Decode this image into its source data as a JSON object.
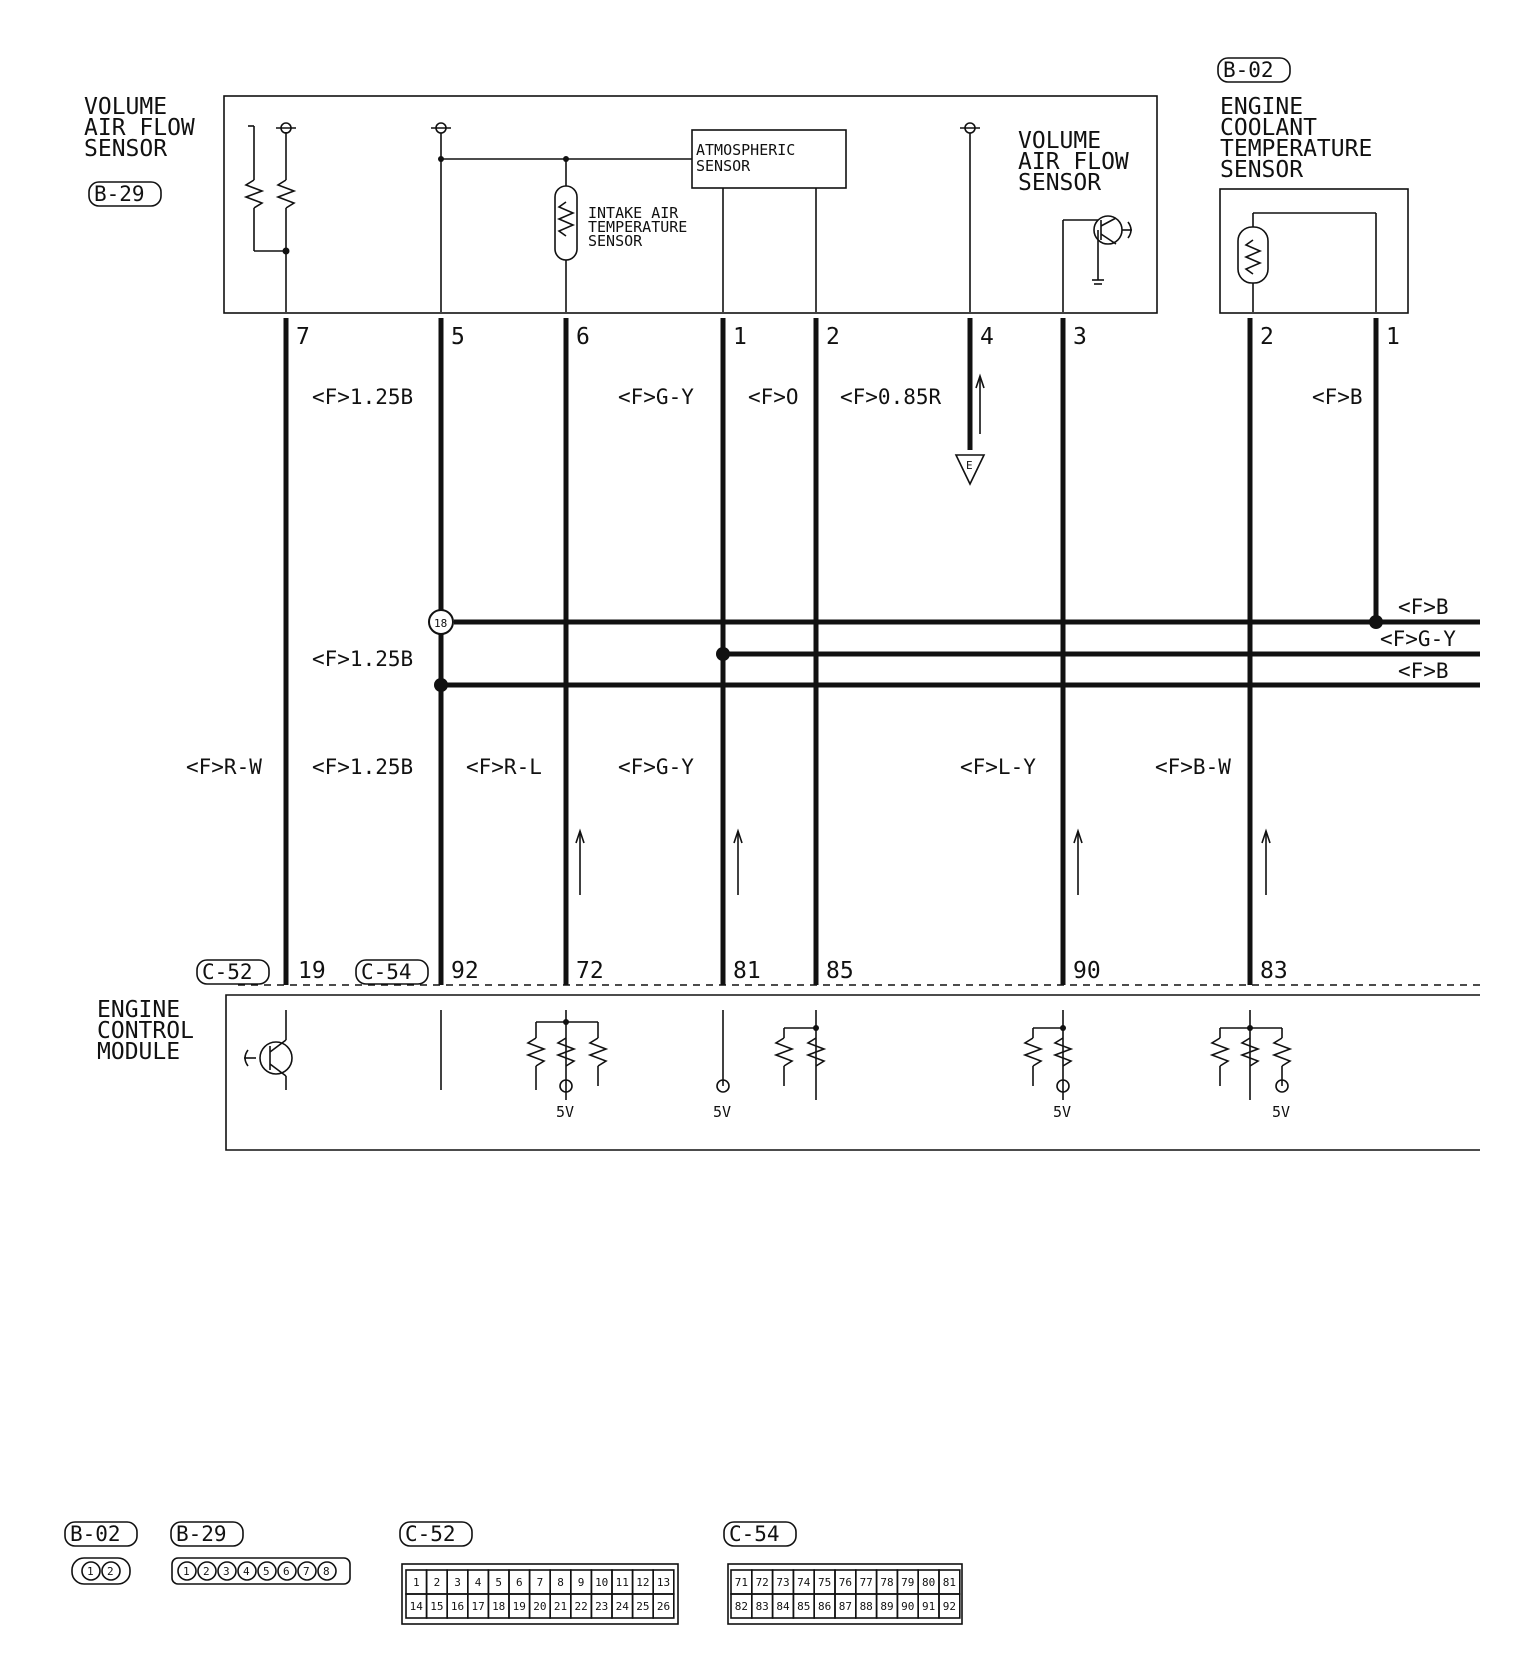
{
  "components": {
    "vaf_sensor_left": {
      "lines": [
        "VOLUME",
        "AIR FLOW",
        "SENSOR"
      ],
      "connector": "B-29"
    },
    "vaf_sensor_right": {
      "lines": [
        "VOLUME",
        "AIR FLOW",
        "SENSOR"
      ]
    },
    "atmospheric_sensor": {
      "lines": [
        "ATMOSPHERIC",
        "SENSOR"
      ]
    },
    "intake_air_temp_sensor": {
      "lines": [
        "INTAKE AIR",
        "TEMPERATURE",
        "SENSOR"
      ]
    },
    "ect_sensor": {
      "lines": [
        "ENGINE",
        "COOLANT",
        "TEMPERATURE",
        "SENSOR"
      ],
      "connector": "B-02"
    },
    "ecm": {
      "lines": [
        "ENGINE",
        "CONTROL",
        "MODULE"
      ],
      "connector_a": "C-52",
      "connector_b": "C-54"
    }
  },
  "sensor_pins": [
    "7",
    "5",
    "6",
    "1",
    "2",
    "4",
    "3",
    "2",
    "1"
  ],
  "ecm_pins": [
    "19",
    "92",
    "72",
    "81",
    "85",
    "90",
    "83"
  ],
  "upper_wire_labels": [
    "<F>1.25B",
    "<F>G-Y",
    "<F>O",
    "<F>0.85R",
    "<F>B"
  ],
  "lower_wire_labels": [
    "<F>R-W",
    "<F>1.25B",
    "<F>R-L",
    "<F>G-Y",
    "<F>L-Y",
    "<F>B-W"
  ],
  "mid_wire_labels": [
    "<F>1.25B"
  ],
  "bus_labels": [
    "<F>B",
    "<F>G-Y",
    "<F>B"
  ],
  "junction": "18",
  "ground_label": "E",
  "supply_labels": [
    "5V",
    "5V",
    "5V",
    "5V"
  ],
  "connector_views": {
    "b02": {
      "label": "B-02",
      "pins": [
        "1",
        "2"
      ]
    },
    "b29": {
      "label": "B-29",
      "pins": [
        "1",
        "2",
        "3",
        "4",
        "5",
        "6",
        "7",
        "8"
      ]
    },
    "c52": {
      "label": "C-52",
      "row1": [
        "1",
        "2",
        "3",
        "4",
        "5",
        "6",
        "7",
        "8",
        "9",
        "10",
        "11",
        "12",
        "13"
      ],
      "row2": [
        "14",
        "15",
        "16",
        "17",
        "18",
        "19",
        "20",
        "21",
        "22",
        "23",
        "24",
        "25",
        "26"
      ]
    },
    "c54": {
      "label": "C-54",
      "row1": [
        "71",
        "72",
        "73",
        "74",
        "75",
        "76",
        "77",
        "78",
        "79",
        "80",
        "81"
      ],
      "row2": [
        "82",
        "83",
        "84",
        "85",
        "86",
        "87",
        "88",
        "89",
        "90",
        "91",
        "92"
      ]
    }
  }
}
